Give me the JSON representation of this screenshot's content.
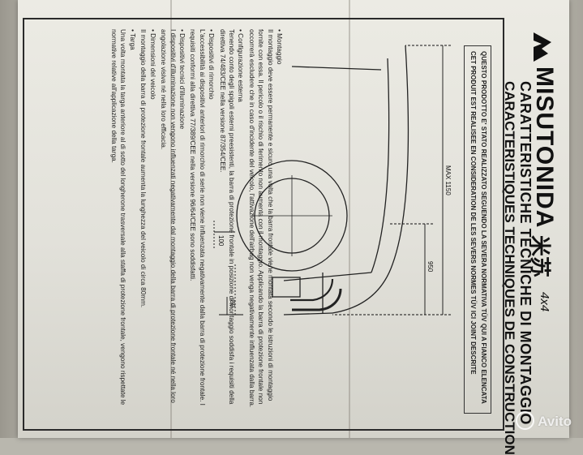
{
  "brand": {
    "name": "MISUTONIDA",
    "cjk": "米苏",
    "suffix": "4x4"
  },
  "header": {
    "title_it": "CARATTERISTICHE TECNICHE DI MONTAGGIO",
    "title_fr": "CARACTERISTIQUES TECHNIQUES DE CONSTRUCTION",
    "strip_line1": "QUESTO PRODOTTO E' STATO REALIZZATO SEGUENDO LA SEVERA NORMATIVA TÜV QUI A FIANCO ELENCATA",
    "strip_line2": "CET PRODUIT EST REALISEE EN CONSIDERATION DE LES SEVERS NORMES TÜV ICI JOINT DESCRITE"
  },
  "drawing": {
    "dim_max": "MAX 1150",
    "dim_950": "950",
    "dim_100": "100",
    "dim_80": "80"
  },
  "text": {
    "s1_head": "Montaggio",
    "s1_body": "Il montaggio deve essere permanente e sicuro una volta che la barra frontale viene montata secondo le istruzioni di montaggio fornite con essa. Il pericolo o il rischio di ferimento non aumenta con il montaggio. Applicando la barra di protezione frontale non occorrerà escludere che in caso d'incidente del veicolo, l'attivazione dell'airbag non venga negativamente influenzata dalla barra.",
    "s2_head": "Configurazione esterna",
    "s2_body": "Tenendo conto degli spigoli esterni preesistenti, la barra di protezione frontale in posizione di montaggio soddisfa i requisiti della direttiva 74/483/CEE nella versione 87/354/CEE.",
    "s3_head": "Dispositivi di rimorchio",
    "s3_body": "L'accessibilità ai dispositivi anteriori di rimorchio di serie non viene influenzata negativamente dalla barra di protezione frontale. I requisiti conformi alla direttiva 77/389/CEE nella versione 96/64/CEE sono soddisfatti.",
    "s4_head": "Dispositivi tecnici d'illuminazione",
    "s4_body": "I dispositivi d'illuminazione non vengono influenzati negativamente dal montaggio della barra di protezione frontale né nella loro angolazione visiva né nella loro efficacia.",
    "s5_head": "Dimensioni del veicolo",
    "s5_body": "Il montaggio della barra di protezione frontale aumenta la lunghezza del veicolo di circa 80mm.",
    "s6_head": "Targa",
    "s6_body": "Una volta montata la targa anteriore al di sotto del longherone trasversale alla staffa di protezione frontale, vengono rispettate le normative relative all'applicazione della targa."
  },
  "watermark": {
    "text": "Avito"
  }
}
